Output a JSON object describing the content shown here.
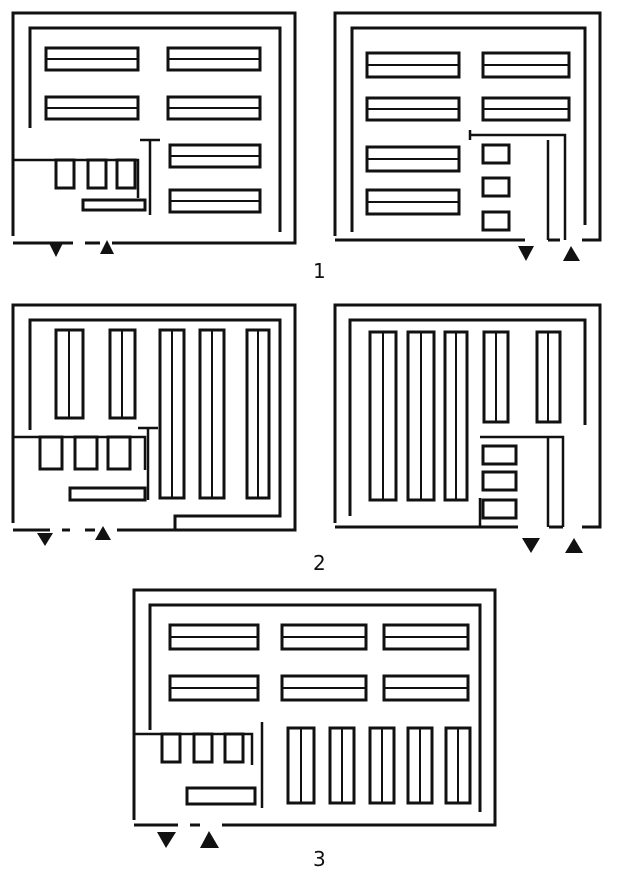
{
  "figures": [
    {
      "id": "1",
      "label": "1"
    },
    {
      "id": "2",
      "label": "2"
    },
    {
      "id": "3",
      "label": "3"
    }
  ],
  "colors": {
    "ink": "#111111",
    "paper": "#ffffff"
  },
  "icons": {
    "entry": "triangle-down-icon",
    "exit": "triangle-up-icon"
  }
}
